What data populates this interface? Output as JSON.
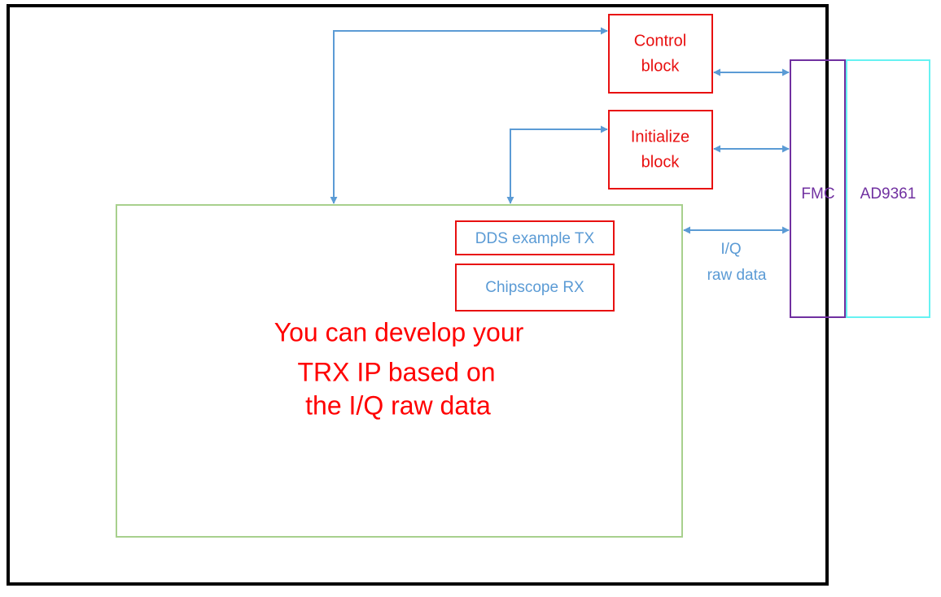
{
  "colors": {
    "outer_border": "#000000",
    "block_border": "#e81010",
    "block_text": "#e81010",
    "ip_border": "#a8d08d",
    "ip_text": "#ff0000",
    "sub_text": "#5b9bd5",
    "arrow": "#5b9bd5",
    "fmc": "#7030a0",
    "ad9361": "#66f2f2",
    "ad9361_text": "#7030a0",
    "background": "#ffffff"
  },
  "control_block": {
    "line1": "Control",
    "line2": "block"
  },
  "initialize_block": {
    "line1": "Initialize",
    "line2": "block"
  },
  "dds_block": {
    "label": "DDS example TX"
  },
  "chipscope_block": {
    "label": "Chipscope RX"
  },
  "main_ip": {
    "line1": "You can develop your",
    "line2": "TRX IP based on",
    "line3": "the I/Q raw data"
  },
  "iq_label": {
    "line1": "I/Q",
    "line2": "raw data"
  },
  "fmc": {
    "label": "FMC"
  },
  "ad9361": {
    "label": "AD9361"
  },
  "arrows": [
    "ip-to-control",
    "ip-to-initialize",
    "control-to-fmc",
    "initialize-to-fmc",
    "ip-to-fmc"
  ]
}
